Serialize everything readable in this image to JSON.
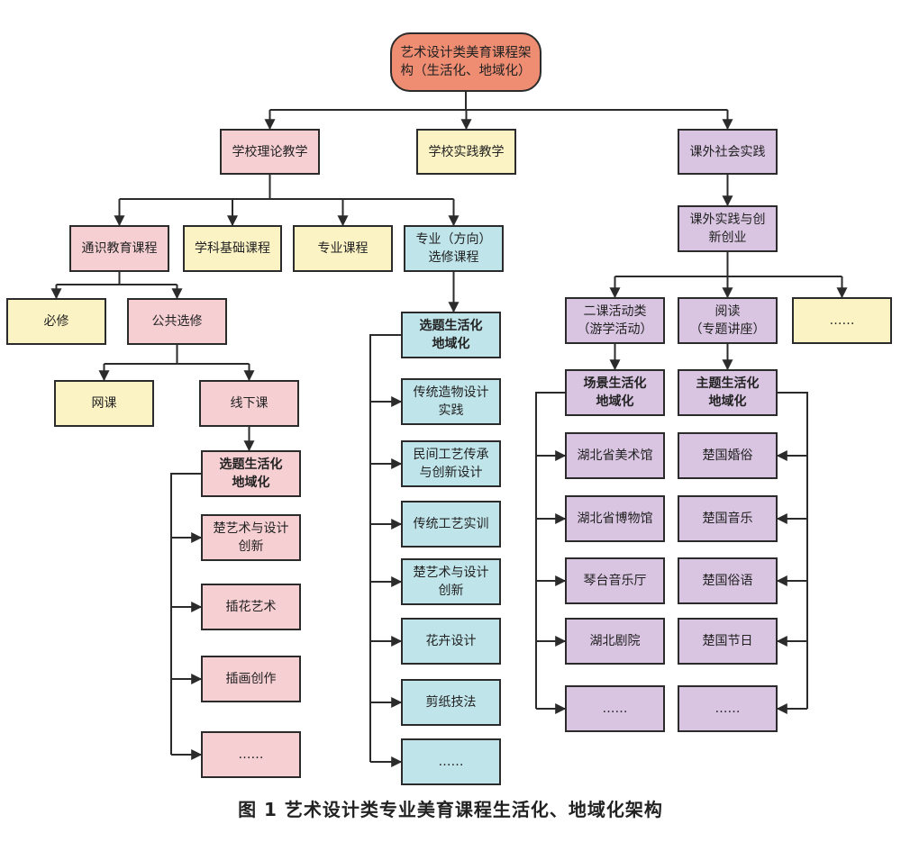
{
  "colors": {
    "root": "#ef8d72",
    "pink": "#f6cfd3",
    "yellow": "#fbf3c4",
    "blue": "#bfe4ea",
    "purple": "#d9c5e2",
    "line": "#2b2b2b"
  },
  "caption": "图 1  艺术设计类专业美育课程生活化、地域化架构",
  "nodes": [
    {
      "id": "root",
      "text": "艺术设计类美育课程架\n构（生活化、地域化）",
      "color": "root"
    },
    {
      "id": "theory",
      "text": "学校理论教学",
      "color": "pink"
    },
    {
      "id": "practice",
      "text": "学校实践教学",
      "color": "yellow"
    },
    {
      "id": "social",
      "text": "课外社会实践",
      "color": "purple"
    },
    {
      "id": "general",
      "text": "通识教育课程",
      "color": "pink"
    },
    {
      "id": "basic",
      "text": "学科基础课程",
      "color": "yellow"
    },
    {
      "id": "major",
      "text": "专业课程",
      "color": "yellow"
    },
    {
      "id": "elective",
      "text": "专业（方向）\n选修课程",
      "color": "blue"
    },
    {
      "id": "required",
      "text": "必修",
      "color": "yellow"
    },
    {
      "id": "public",
      "text": "公共选修",
      "color": "pink"
    },
    {
      "id": "online",
      "text": "网课",
      "color": "yellow"
    },
    {
      "id": "offline",
      "text": "线下课",
      "color": "pink"
    },
    {
      "id": "p_topic",
      "text": "选题生活化\n地域化",
      "color": "pink",
      "bold": true
    },
    {
      "id": "p1",
      "text": "楚艺术与设计\n创新",
      "color": "pink"
    },
    {
      "id": "p2",
      "text": "插花艺术",
      "color": "pink"
    },
    {
      "id": "p3",
      "text": "插画创作",
      "color": "pink"
    },
    {
      "id": "p4",
      "text": "……",
      "color": "pink"
    },
    {
      "id": "b_topic",
      "text": "选题生活化\n地域化",
      "color": "blue",
      "bold": true
    },
    {
      "id": "b1",
      "text": "传统造物设计\n实践",
      "color": "blue"
    },
    {
      "id": "b2",
      "text": "民间工艺传承\n与创新设计",
      "color": "blue"
    },
    {
      "id": "b3",
      "text": "传统工艺实训",
      "color": "blue"
    },
    {
      "id": "b4",
      "text": "楚艺术与设计\n创新",
      "color": "blue"
    },
    {
      "id": "b5",
      "text": "花卉设计",
      "color": "blue"
    },
    {
      "id": "b6",
      "text": "剪纸技法",
      "color": "blue"
    },
    {
      "id": "b7",
      "text": "……",
      "color": "blue"
    },
    {
      "id": "innov",
      "text": "课外实践与创\n新创业",
      "color": "purple"
    },
    {
      "id": "extra",
      "text": "二课活动类\n（游学活动）",
      "color": "purple"
    },
    {
      "id": "reading",
      "text": "阅读\n（专题讲座）",
      "color": "purple"
    },
    {
      "id": "more",
      "text": "……",
      "color": "yellow"
    },
    {
      "id": "scene",
      "text": "场景生活化\n地域化",
      "color": "purple",
      "bold": true
    },
    {
      "id": "theme",
      "text": "主题生活化\n地域化",
      "color": "purple",
      "bold": true
    },
    {
      "id": "s1",
      "text": "湖北省美术馆",
      "color": "purple"
    },
    {
      "id": "s2",
      "text": "湖北省博物馆",
      "color": "purple"
    },
    {
      "id": "s3",
      "text": "琴台音乐厅",
      "color": "purple"
    },
    {
      "id": "s4",
      "text": "湖北剧院",
      "color": "purple"
    },
    {
      "id": "s5",
      "text": "……",
      "color": "purple"
    },
    {
      "id": "t1",
      "text": "楚国婚俗",
      "color": "purple"
    },
    {
      "id": "t2",
      "text": "楚国音乐",
      "color": "purple"
    },
    {
      "id": "t3",
      "text": "楚国俗语",
      "color": "purple"
    },
    {
      "id": "t4",
      "text": "楚国节日",
      "color": "purple"
    },
    {
      "id": "t5",
      "text": "……",
      "color": "purple"
    }
  ]
}
